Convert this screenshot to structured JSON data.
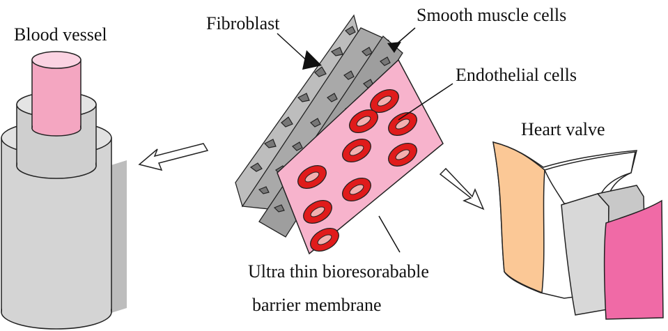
{
  "labels": {
    "blood_vessel": "Blood vessel",
    "fibroblast": "Fibroblast",
    "smooth_muscle": "Smooth muscle cells",
    "endothelial": "Endothelial cells",
    "heart_valve": "Heart valve",
    "membrane_line1": "Ultra thin bioresorabable",
    "membrane_line2": "barrier membrane"
  },
  "colors": {
    "vessel_gray": "#d4d4d4",
    "vessel_dark": "#a9a9a9",
    "vessel_pink": "#f4a6c1",
    "membrane_pink": "#f7b3cc",
    "cell_red": "#e01b1b",
    "cell_inner": "#f0a6a6",
    "valve_peach": "#fbc896",
    "valve_pink": "#f06aa6",
    "valve_gray": "#d8d8d8",
    "layer_gray": "#b9b9b9"
  }
}
